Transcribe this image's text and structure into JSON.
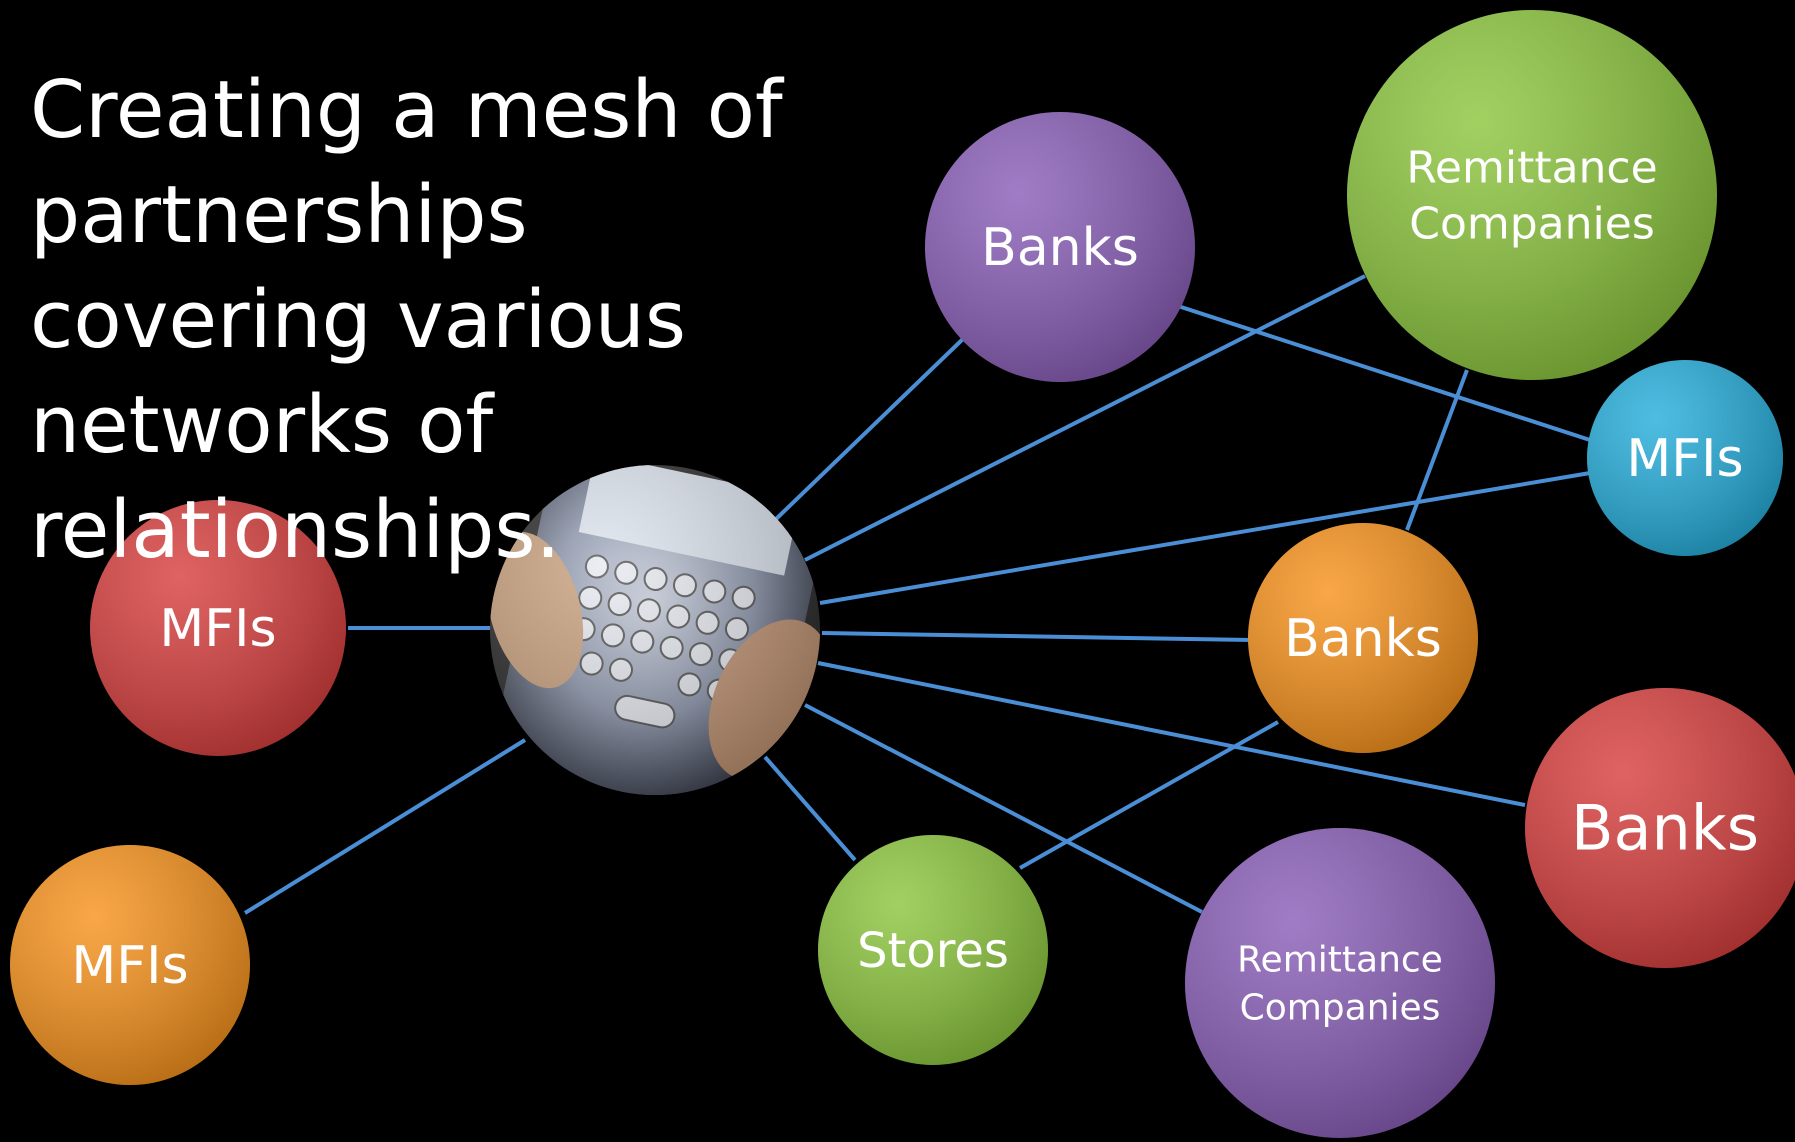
{
  "title": "Creating a mesh of partnerships covering various networks of relationships.",
  "center": {
    "name": "phone-keyboard-image"
  },
  "nodes": [
    {
      "id": "banks-top",
      "lines": [
        "Banks"
      ],
      "color": "#8A5FB8"
    },
    {
      "id": "remit-top",
      "lines": [
        "Remittance",
        "Companies"
      ],
      "color": "#8DC63F"
    },
    {
      "id": "mfis-right",
      "lines": [
        "MFIs"
      ],
      "color": "#27AEDB"
    },
    {
      "id": "mfis-left-red",
      "lines": [
        "MFIs"
      ],
      "color": "#D7403F"
    },
    {
      "id": "banks-mid",
      "lines": [
        "Banks"
      ],
      "color": "#F7931E"
    },
    {
      "id": "banks-right-red",
      "lines": [
        "Banks"
      ],
      "color": "#D7403F"
    },
    {
      "id": "mfis-left-orange",
      "lines": [
        "MFIs"
      ],
      "color": "#F7931E"
    },
    {
      "id": "stores",
      "lines": [
        "Stores"
      ],
      "color": "#8DC63F"
    },
    {
      "id": "remit-bottom",
      "lines": [
        "Remittance",
        "Companies"
      ],
      "color": "#8A5FB8"
    }
  ],
  "edge_color": "#4A8FD6"
}
